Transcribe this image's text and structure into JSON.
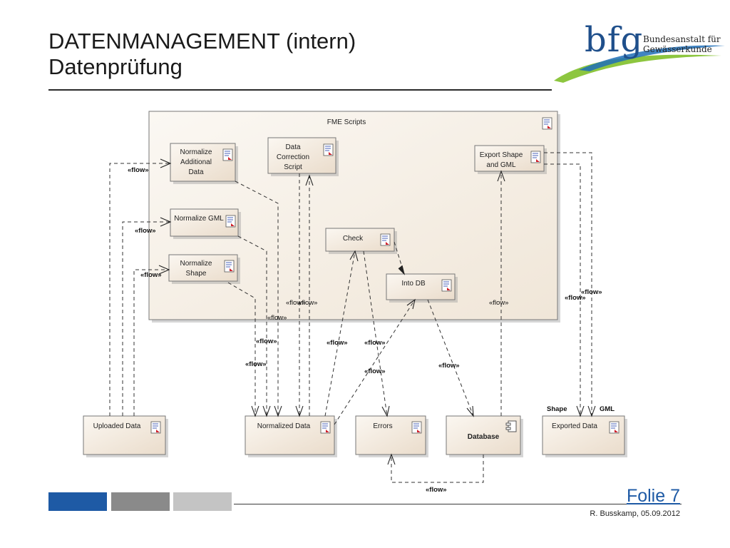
{
  "header": {
    "title_line1": "DATENMANAGEMENT (intern)",
    "title_line2": "Datenprüfung"
  },
  "logo": {
    "mark": "bfg",
    "line1": "Bundesanstalt für",
    "line2": "Gewässerkunde"
  },
  "diagram": {
    "package_title": "FME Scripts",
    "scripts": {
      "normalize_additional": [
        "Normalize",
        "Additional",
        "Data"
      ],
      "data_correction": [
        "Data",
        "Correction",
        "Script"
      ],
      "export_shape": [
        "Export Shape",
        "and GML"
      ],
      "normalize_gml": [
        "Normalize GML"
      ],
      "check": [
        "Check"
      ],
      "normalize_shape": [
        "Normalize",
        "Shape"
      ],
      "into_db": [
        "Into DB"
      ]
    },
    "artifacts": {
      "uploaded": "Uploaded Data",
      "normalized": "Normalized Data",
      "errors": "Errors",
      "database": "Database",
      "exported": "Exported Data"
    },
    "flow_label": "«flow»",
    "shape_label": "Shape",
    "gml_label": "GML"
  },
  "footer": {
    "slide": "Folie 7",
    "author": "R. Busskamp, 05.09.2012"
  },
  "colors": {
    "accent_blue": "#1e5aa5",
    "logo_green": "#8dc63f",
    "logo_blue": "#1f4f8b",
    "box_fill": "#f3ebe0"
  }
}
